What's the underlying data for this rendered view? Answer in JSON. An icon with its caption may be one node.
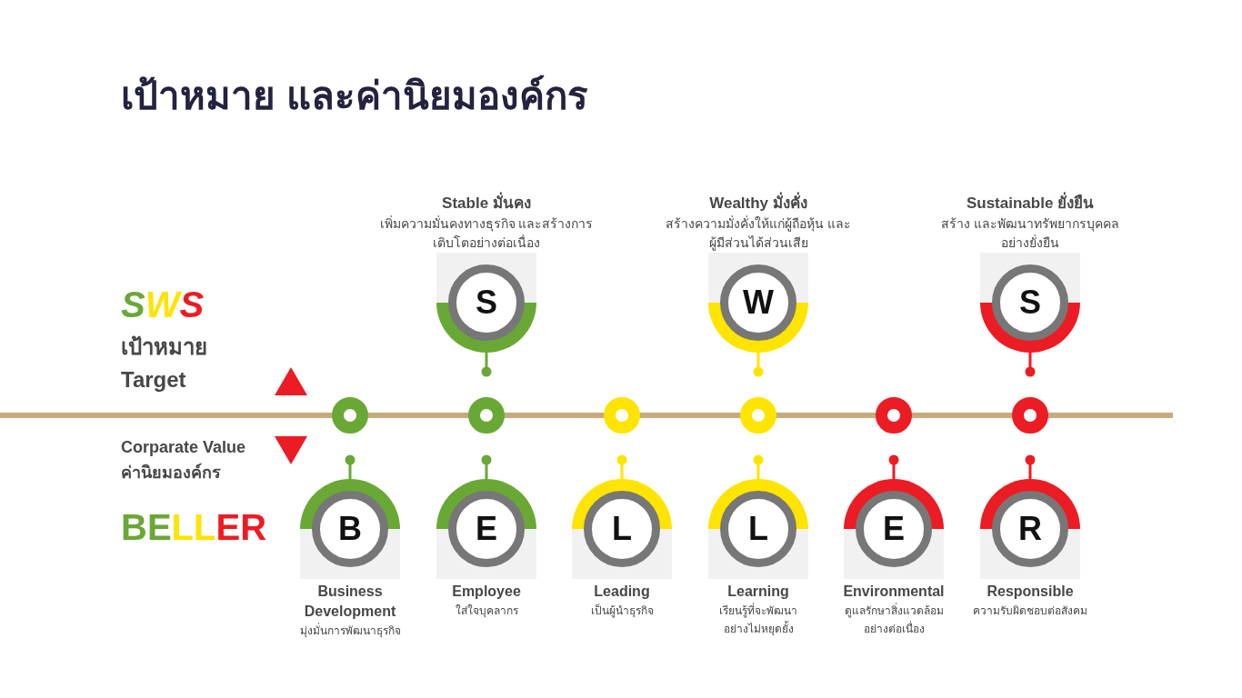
{
  "diagram": {
    "title": "เป้าหมาย และค่านิยมองค์กร",
    "nodes": [
      {
        "text": [
          "Stable มั่นคง",
          "เพิ่มความมั่นคงทางธุรกิจ และสร้างการ เติบโตอย่างต่อเนื่อง",
          "S"
        ]
      },
      {
        "text": [
          "Wealthy มั่งคั่ง",
          "สร้างความมั่งคั่งให้แก่ผู้ถือหุ้น และ ผู้มีส่วนได้ส่วนเสีย",
          "W"
        ]
      },
      {
        "text": [
          "Sustainable ยั่งยืน",
          "สร้าง และพัฒนาทรัพยากรบุคคล อย่างยั่งยืน",
          "S"
        ]
      },
      {
        "text": [],
        "shape": "circle"
      },
      {
        "text": [],
        "shape": "circle"
      },
      {
        "text": [],
        "shape": "circle"
      },
      {
        "text": [],
        "shape": "circle"
      },
      {
        "text": [],
        "shape": "circle"
      },
      {
        "text": [],
        "shape": "circle"
      },
      {
        "text": [
          "B",
          "Business Development",
          "มุ่งมั่นการพัฒนาธุรกิจ"
        ]
      },
      {
        "text": [
          "E",
          "Employee",
          "ใส่ใจบุคลากร"
        ]
      },
      {
        "text": [
          "L",
          "Leading",
          "เป็นผู้นำธุรกิจ"
        ]
      },
      {
        "text": [
          "L",
          "Learning",
          "เรียนรู้ที่จะพัฒนา อย่างไม่หยุดยั้ง"
        ]
      },
      {
        "text": [
          "E",
          "Environmental",
          "ดูแลรักษาสิ่งแวดล้อม อย่างต่อเนื่อง"
        ]
      },
      {
        "text": [
          "R",
          "Responsible",
          "ความรับผิดชอบต่อสังคม"
        ]
      }
    ],
    "labels": [
      "SWS",
      "เป้าหมาย Target",
      "Corparate Value ค่านิยมองค์กร",
      "BELLER"
    ]
  }
}
